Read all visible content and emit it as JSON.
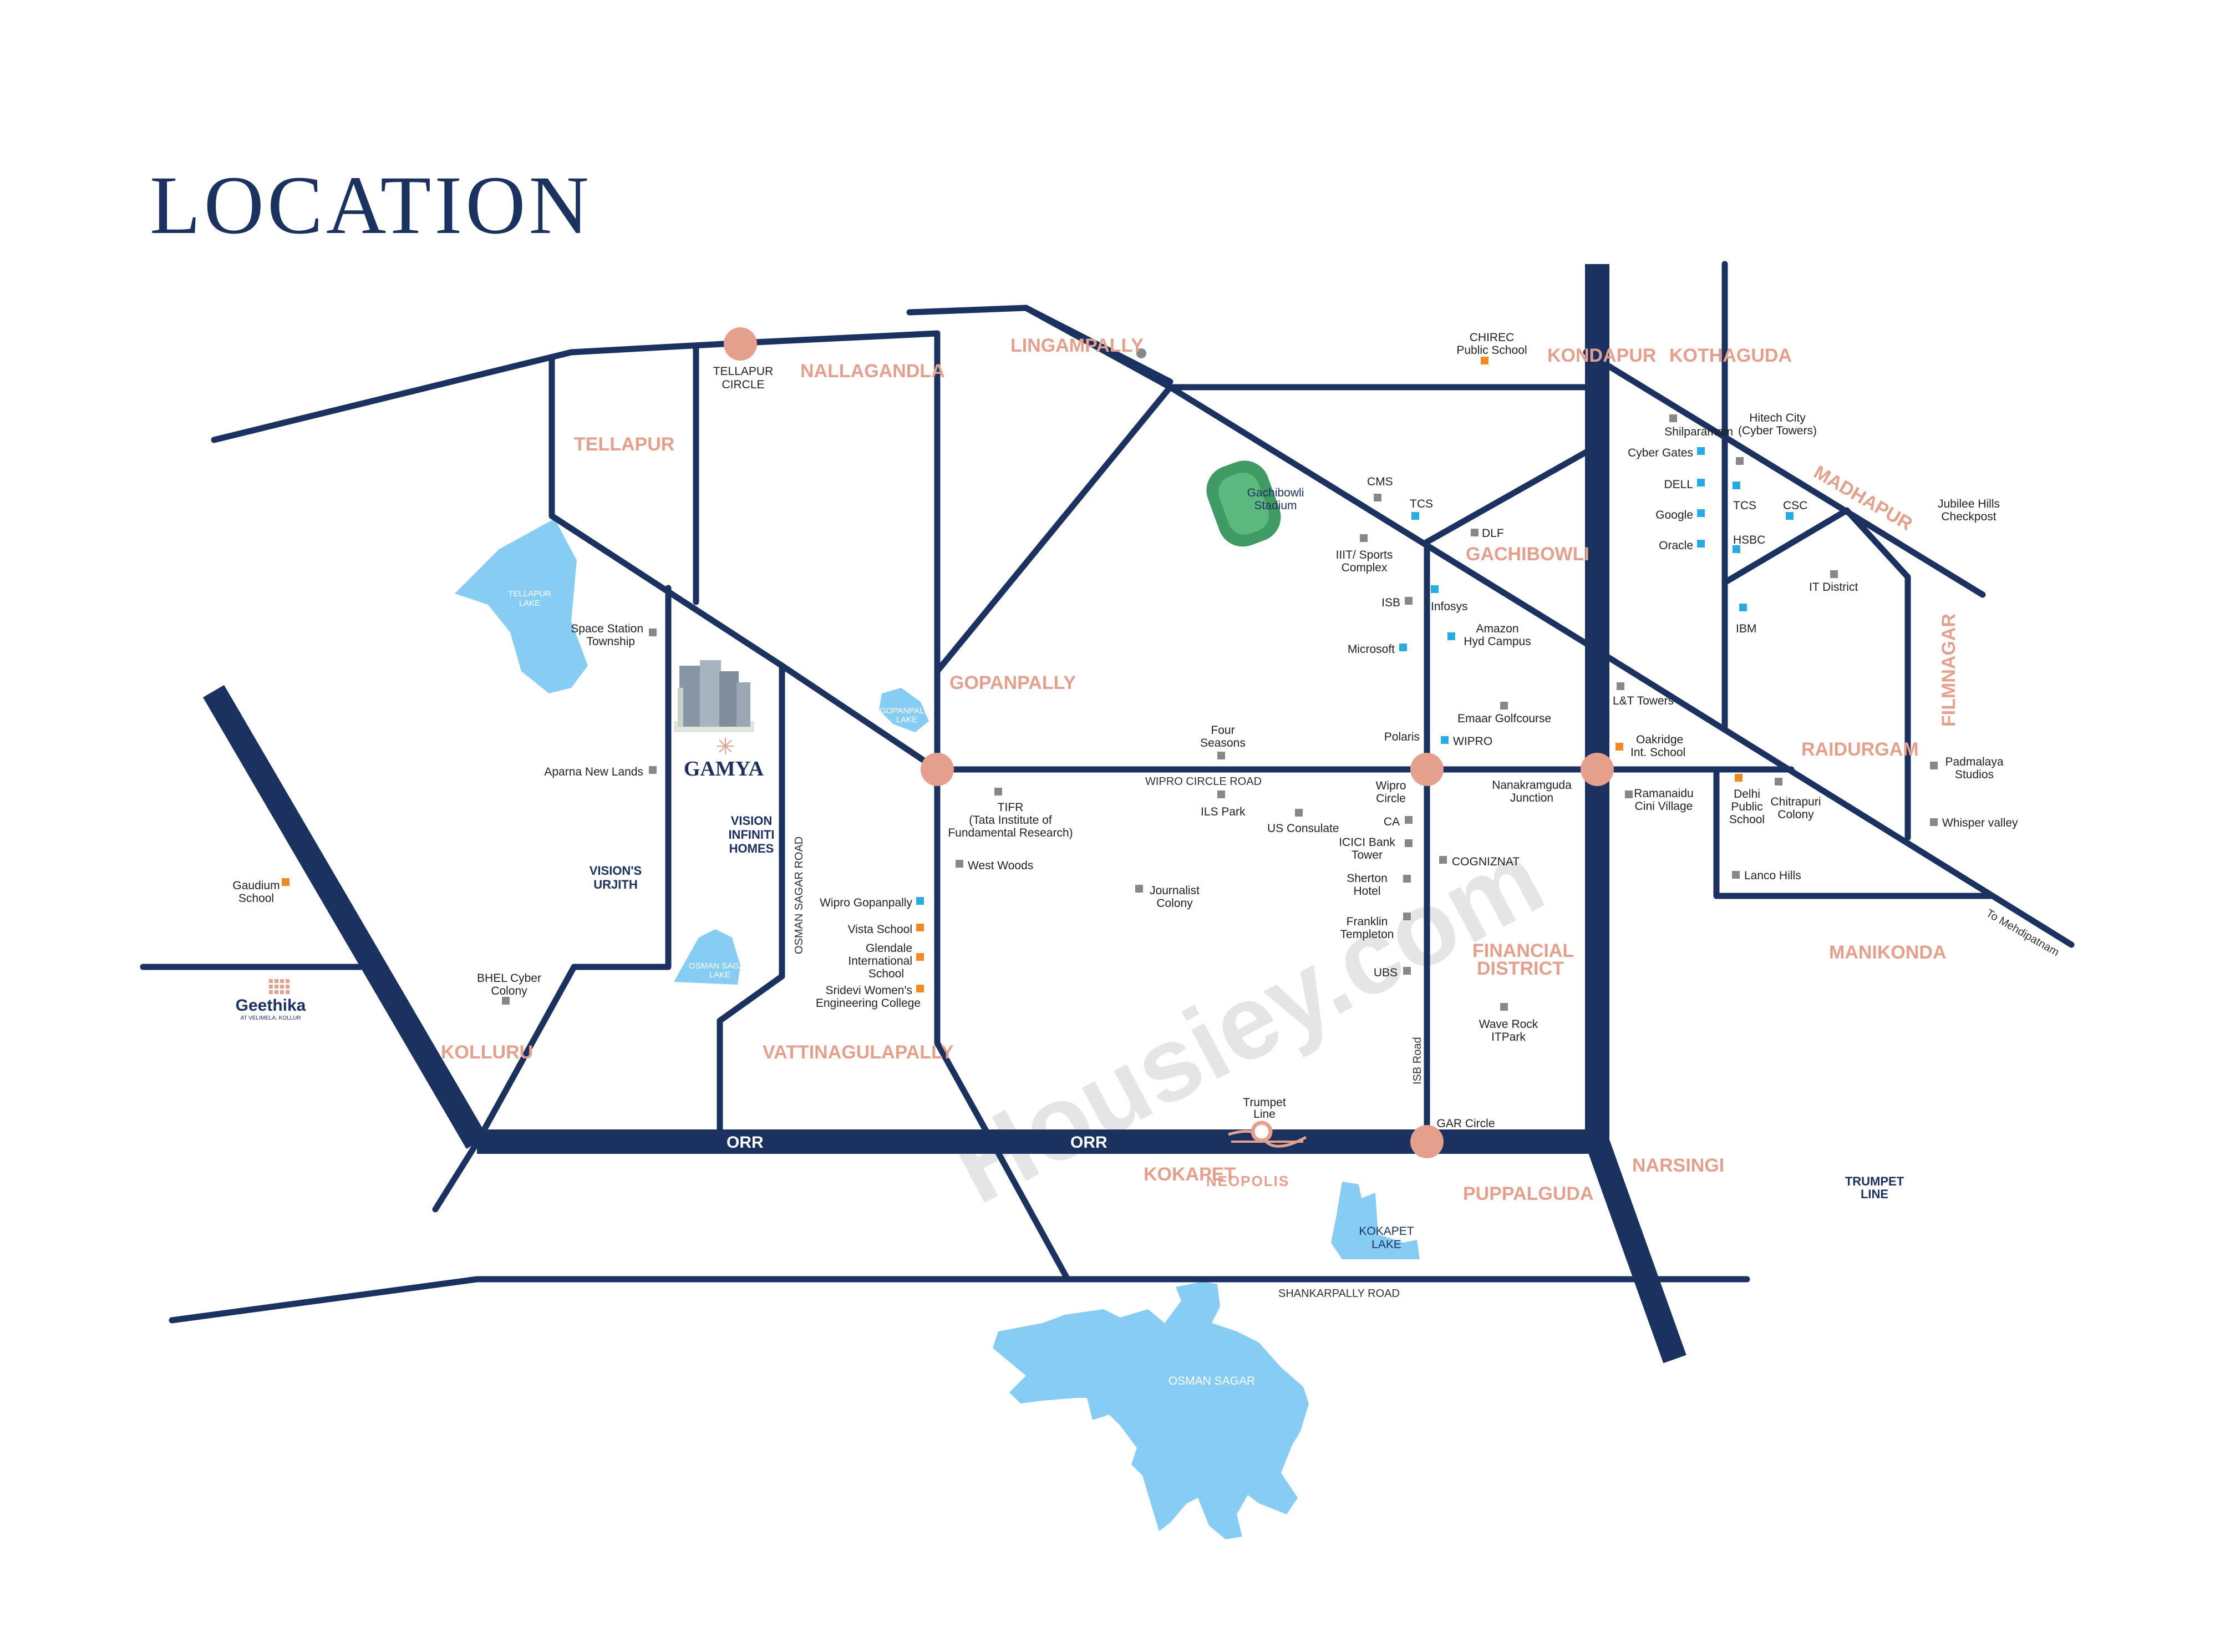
{
  "title": "LOCATION",
  "watermark": "Housiey.com",
  "colors": {
    "road": "#1b3160",
    "area_label": "#e4a08c",
    "junction": "#e4a08c",
    "lake": "#87cdf3",
    "stadium": "#3f9a63",
    "marker_grey": "#888888",
    "marker_blue": "#29abe2",
    "marker_orange": "#f08a24"
  },
  "areas": {
    "tellapur": "TELLAPUR",
    "nallagandla": "NALLAGANDLA",
    "lingampally": "LINGAMPALLY",
    "kondapur": "KONDAPUR",
    "kothaguda": "KOTHAGUDA",
    "madhapur": "MADHAPUR",
    "gachibowli": "GACHIBOWLI",
    "gopanpally": "GOPANPALLY",
    "filmnagar": "FILMNAGAR",
    "raidurgam": "RAIDURGAM",
    "financial_district_1": "FINANCIAL",
    "financial_district_2": "DISTRICT",
    "manikonda": "MANIKONDA",
    "kolluru": "KOLLURU",
    "vattinagulapally": "VATTINAGULAPALLY",
    "kokapet": "KOKAPET",
    "puppalguda": "PUPPALGUDA",
    "narsingi": "NARSINGI"
  },
  "junctions": {
    "tellapur_circle_1": "TELLAPUR",
    "tellapur_circle_2": "CIRCLE",
    "gar_circle": "GAR Circle",
    "wipro_circle_1": "Wipro",
    "wipro_circle_2": "Circle",
    "nanakramguda_1": "Nanakramguda",
    "nanakramguda_2": "Junction",
    "trumpet_1": "Trumpet",
    "trumpet_2": "Line"
  },
  "roads": {
    "orr_1": "ORR",
    "orr_2": "ORR",
    "orr_3": "ORR",
    "wipro_circle_road": "WIPRO CIRCLE ROAD",
    "shankarpally_road": "SHANKARPALLY ROAD",
    "osman_sagar_road": "OSMAN SAGAR ROAD",
    "isb_road": "ISB Road",
    "to_mehdipatnam": "To Mehdipatnam"
  },
  "lakes": {
    "tellapur_1": "TELLAPUR",
    "tellapur_2": "LAKE",
    "gopanpally_1": "GOPANPALLY",
    "gopanpally_2": "LAKE",
    "osman_sagar_small_1": "OSMAN SAGAR",
    "osman_sagar_small_2": "LAKE",
    "kokapet_1": "KOKAPET",
    "kokapet_2": "LAKE",
    "osman_sagar": "OSMAN SAGAR"
  },
  "stadium": {
    "l1": "Gachibowli",
    "l2": "Stadium"
  },
  "projects": {
    "gamya": "GAMYA",
    "vision_infiniti_1": "VISION",
    "vision_infiniti_2": "INFINITI",
    "vision_infiniti_3": "HOMES",
    "visions_urjith_1": "VISION'S",
    "visions_urjith_2": "URJITH",
    "geethika": "Geethika",
    "geethika_sub": "AT VELIMELA, KOLLUR",
    "neopolis": "NEOPOLIS",
    "trumpet_line_1": "TRUMPET",
    "trumpet_line_2": "LINE"
  },
  "landmarks": {
    "chirec_1": "CHIREC",
    "chirec_2": "Public School",
    "shilparamam": "Shilparamam",
    "hitech_city_1": "Hitech City",
    "hitech_city_2": "(Cyber Towers)",
    "cyber_gates": "Cyber Gates",
    "dell": "DELL",
    "google": "Google",
    "oracle": "Oracle",
    "tcs_madhapur": "TCS",
    "csc": "CSC",
    "hsbc": "HSBC",
    "jubilee_1": "Jubilee Hills",
    "jubilee_2": "Checkpost",
    "it_district": "IT District",
    "ibm": "IBM",
    "cms": "CMS",
    "tcs_gachibowli": "TCS",
    "dlf": "DLF",
    "iiit_1": "IIIT/ Sports",
    "iiit_2": "Complex",
    "isb": "ISB",
    "infosys": "Infosys",
    "amazon_1": "Amazon",
    "amazon_2": "Hyd Campus",
    "microsoft": "Microsoft",
    "emaar": "Emaar Golfcourse",
    "lt_towers": "L&T Towers",
    "polaris": "Polaris",
    "wipro": "WIPRO",
    "oakridge_1": "Oakridge",
    "oakridge_2": "Int. School",
    "four_seasons_1": "Four",
    "four_seasons_2": "Seasons",
    "ramanaidu_1": "Ramanaidu",
    "ramanaidu_2": "Cini Village",
    "dps_1": "Delhi",
    "dps_2": "Public",
    "dps_3": "School",
    "chitrapuri_1": "Chitrapuri",
    "chitrapuri_2": "Colony",
    "padmalaya_1": "Padmalaya",
    "padmalaya_2": "Studios",
    "whisper_valley": "Whisper valley",
    "lanco_hills": "Lanco Hills",
    "tifr_1": "TIFR",
    "tifr_2": "(Tata Institute of",
    "tifr_3": "Fundamental Research)",
    "ils_park": "ILS Park",
    "us_consulate": "US Consulate",
    "ca": "CA",
    "icici_1": "ICICI Bank",
    "icici_2": "Tower",
    "cognizant": "COGNIZNAT",
    "sheraton_1": "Sherton",
    "sheraton_2": "Hotel",
    "franklin_1": "Franklin",
    "franklin_2": "Templeton",
    "ubs": "UBS",
    "wave_rock_1": "Wave Rock",
    "wave_rock_2": "ITPark",
    "west_woods": "West Woods",
    "journalist_1": "Journalist",
    "journalist_2": "Colony",
    "wipro_gopanpally": "Wipro Gopanpally",
    "vista_school": "Vista School",
    "glendale_1": "Glendale",
    "glendale_2": "International",
    "glendale_3": "School",
    "sridevi_1": "Sridevi Women's",
    "sridevi_2": "Engineering College",
    "space_station_1": "Space Station",
    "space_station_2": "Township",
    "aparna": "Aparna New Lands",
    "gaudium_1": "Gaudium",
    "gaudium_2": "School",
    "bhel_1": "BHEL Cyber",
    "bhel_2": "Colony"
  }
}
